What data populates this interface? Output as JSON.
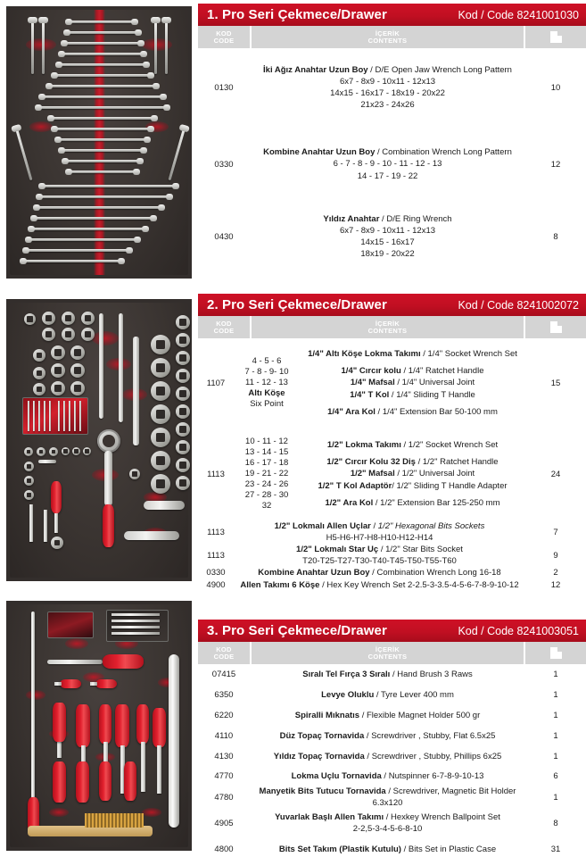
{
  "sections": [
    {
      "title": "1. Pro Seri Çekmece/Drawer",
      "code": "Kod / Code 8241001030",
      "columns": {
        "code_tr": "KOD",
        "code_en": "CODE",
        "contents_tr": "İÇERİK",
        "contents_en": "CONTENTS",
        "qty_icon": "stacked-square-icon"
      },
      "rows": [
        {
          "code": "0130",
          "name_tr": "İki Ağız Anahtar Uzun Boy",
          "name_en": "D/E Open Jaw Wrench Long Pattern",
          "detail_lines": [
            "6x7 - 8x9 - 10x11 - 12x13",
            "14x15 - 16x17 - 18x19 - 20x22",
            "21x23 - 24x26"
          ],
          "qty": "10"
        },
        {
          "code": "0330",
          "name_tr": "Kombine Anahtar Uzun Boy",
          "name_en": "Combination Wrench Long Pattern",
          "detail_lines": [
            "6 - 7 - 8 - 9 - 10 - 11 - 12 - 13",
            "14 - 17 - 19 - 22"
          ],
          "qty": "12"
        },
        {
          "code": "0430",
          "name_tr": "Yıldız Anahtar",
          "name_en": "D/E Ring Wrench",
          "detail_lines": [
            "6x7 - 8x9 - 10x11 - 12x13",
            "14x15 - 16x17",
            "18x19 - 20x22"
          ],
          "qty": "8"
        }
      ]
    },
    {
      "title": "2. Pro Seri Çekmece/Drawer",
      "code": "Kod / Code 8241002072",
      "columns": {
        "code_tr": "KOD",
        "code_en": "CODE",
        "contents_tr": "İÇERİK",
        "contents_en": "CONTENTS",
        "qty_icon": "stacked-square-icon"
      },
      "rows": [
        {
          "code": "1107",
          "sizes": [
            "4 - 5 - 6",
            "7 - 8 - 9- 10",
            "11 - 12 - 13",
            "Altı Köşe",
            "Six Point"
          ],
          "sizes_bold_index": 3,
          "entries": [
            {
              "tr": "1/4\" Altı Köşe Lokma Takımı",
              "en": "1/4\" Socket Wrench Set"
            },
            {
              "tr": "1/4\" Cırcır kolu",
              "en": "1/4\" Ratchet Handle"
            },
            {
              "tr": "1/4\" Mafsal",
              "en": "1/4\" Universal Joint"
            },
            {
              "tr": "1/4\" T Kol",
              "en": "1/4\" Sliding T Handle"
            },
            {
              "tr": "1/4\" Ara Kol",
              "en": "1/4\" Extension Bar 50-100 mm"
            }
          ],
          "qty": "15"
        },
        {
          "code": "1113",
          "sizes": [
            "10 - 11 - 12",
            "13 - 14 - 15",
            "16 - 17 - 18",
            "19 - 21 - 22",
            "23 - 24 - 26",
            "27 - 28 - 30",
            "32"
          ],
          "entries": [
            {
              "tr": "1/2\" Lokma Takımı",
              "en": "1/2\" Socket Wrench Set"
            },
            {
              "tr": "1/2\" Cırcır Kolu 32 Diş",
              "en": "1/2\" Ratchet Handle"
            },
            {
              "tr": "1/2\" Mafsal",
              "en": "1/2\" Universal Joint"
            },
            {
              "tr": "1/2\" T Kol Adaptör",
              "en": "1/2\" Sliding T Handle Adapter"
            },
            {
              "tr": "1/2\" Ara Kol",
              "en": "1/2\" Extension Bar 125-250 mm"
            }
          ],
          "qty": "24"
        },
        {
          "code": "1113",
          "name_tr": "1/2\" Lokmalı Allen Uçlar",
          "name_en": "1/2\" Hexagonal Bits Sockets",
          "name_en_italic": true,
          "detail_lines": [
            "H5-H6-H7-H8-H10-H12-H14"
          ],
          "qty": "7"
        },
        {
          "code": "1113",
          "name_tr": "1/2\" Lokmalı Star Uç",
          "name_en": "1/2\" Star Bits Socket",
          "detail_lines": [
            "T20-T25-T27-T30-T40-T45-T50-T55-T60"
          ],
          "qty": "9"
        },
        {
          "code": "0330",
          "name_tr": "Kombine Anahtar Uzun Boy",
          "name_en": "Combination Wrench Long 16-18",
          "detail_lines": [],
          "qty": "2"
        },
        {
          "code": "4900",
          "name_tr": "Allen Takımı 6 Köşe",
          "name_en": "Hex Key Wrench Set 2-2.5-3-3.5-4-5-6-7-8-9-10-12",
          "detail_lines": [],
          "qty": "12"
        }
      ]
    },
    {
      "title": "3. Pro Seri Çekmece/Drawer",
      "code": "Kod / Code 8241003051",
      "columns": {
        "code_tr": "KOD",
        "code_en": "CODE",
        "contents_tr": "İÇERİK",
        "contents_en": "CONTENTS",
        "qty_icon": "stacked-square-icon"
      },
      "rows": [
        {
          "code": "07415",
          "name_tr": "Sıralı Tel Fırça 3 Sıralı",
          "name_en": "Hand Brush 3 Raws",
          "detail_lines": [],
          "qty": "1"
        },
        {
          "code": "6350",
          "name_tr": "Levye Oluklu",
          "name_en": "Tyre Lever 400 mm",
          "detail_lines": [],
          "qty": "1"
        },
        {
          "code": "6220",
          "name_tr": "Spiralli Mıknatıs",
          "name_en": "Flexible Magnet Holder 500 gr",
          "detail_lines": [],
          "qty": "1"
        },
        {
          "code": "4110",
          "name_tr": "Düz Topaç Tornavida",
          "name_en": "Screwdriver , Stubby, Flat 6.5x25",
          "detail_lines": [],
          "qty": "1"
        },
        {
          "code": "4130",
          "name_tr": "Yıldız Topaç Tornavida",
          "name_en": "Screwdriver , Stubby, Phillips 6x25",
          "detail_lines": [],
          "qty": "1"
        },
        {
          "code": "4770",
          "name_tr": "Lokma Uçlu Tornavida",
          "name_en": "Nutspinner 6-7-8-9-10-13",
          "detail_lines": [],
          "qty": "6"
        },
        {
          "code": "4780",
          "name_tr": "Manyetik Bits Tutucu Tornavida",
          "name_en": "Screwdriver, Magnetic Bit Holder 6.3x120",
          "detail_lines": [],
          "qty": "1"
        },
        {
          "code": "4905",
          "name_tr": "Yuvarlak Başlı Allen Takımı",
          "name_en": "Hexkey Wrench Ballpoint Set",
          "detail_lines": [
            "2-2,5-3-4-5-6-8-10"
          ],
          "qty": "8"
        },
        {
          "code": "4800",
          "name_tr": "Bits Set Takım (Plastik Kutulu)",
          "name_en": "Bits Set in Plastic Case",
          "detail_lines": [],
          "qty": "31"
        }
      ]
    }
  ],
  "photos": [
    {
      "caption_name": "drawer-1-wrench-tray-photo"
    },
    {
      "caption_name": "drawer-2-socket-tray-photo"
    },
    {
      "caption_name": "drawer-3-screwdriver-tray-photo"
    }
  ],
  "colors": {
    "brand_red": "#c10f22",
    "header_gray": "#d4d4d4",
    "text": "#1b1b1b",
    "tray": "#3a3431"
  }
}
